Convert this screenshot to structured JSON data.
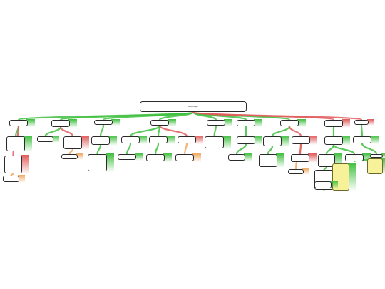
{
  "root": {
    "label": "Root topic"
  },
  "colors": {
    "green": "#3fbf3f",
    "red": "#e05a5a",
    "orange": "#f0a860"
  },
  "nodes": [
    {
      "id": "n1",
      "label": "",
      "color": "green"
    },
    {
      "id": "n2",
      "label": "",
      "color": "green"
    },
    {
      "id": "n3",
      "label": "",
      "color": "green"
    },
    {
      "id": "n4",
      "label": "",
      "color": "green"
    },
    {
      "id": "n5",
      "label": "",
      "color": "green"
    },
    {
      "id": "n6",
      "label": "",
      "color": "green"
    },
    {
      "id": "n7",
      "label": "",
      "color": "green"
    },
    {
      "id": "n8",
      "label": "",
      "color": "red"
    },
    {
      "id": "n9",
      "label": "",
      "color": "red"
    },
    {
      "id": "n10",
      "label": "",
      "color": "green"
    },
    {
      "id": "n11",
      "label": "",
      "color": "green"
    },
    {
      "id": "n12",
      "label": "",
      "color": "red"
    },
    {
      "id": "n13",
      "label": "",
      "color": "orange"
    },
    {
      "id": "n14",
      "label": "",
      "color": "red"
    },
    {
      "id": "n15",
      "label": "",
      "color": "orange"
    },
    {
      "id": "n16",
      "label": "",
      "color": "green"
    },
    {
      "id": "n17",
      "label": "",
      "color": "green"
    },
    {
      "id": "n18",
      "label": "",
      "color": "green"
    },
    {
      "id": "n19",
      "label": "",
      "color": "green"
    },
    {
      "id": "n20",
      "label": "",
      "color": "red"
    },
    {
      "id": "n21",
      "label": "",
      "color": "orange"
    },
    {
      "id": "n22",
      "label": "",
      "color": "green"
    },
    {
      "id": "n23",
      "label": "",
      "color": "green"
    },
    {
      "id": "n24",
      "label": "",
      "color": "green"
    },
    {
      "id": "n25",
      "label": "",
      "color": "green"
    },
    {
      "id": "n26",
      "label": "",
      "color": "green"
    },
    {
      "id": "n27",
      "label": "",
      "color": "green"
    },
    {
      "id": "n28",
      "label": "",
      "color": "green"
    },
    {
      "id": "n29",
      "label": "",
      "color": "red"
    },
    {
      "id": "n30",
      "label": "",
      "color": "orange"
    },
    {
      "id": "n31",
      "label": "",
      "color": "red"
    },
    {
      "id": "n32",
      "label": "",
      "color": "green"
    },
    {
      "id": "n33",
      "label": "",
      "color": "green"
    },
    {
      "id": "n34",
      "label": "",
      "color": "green"
    },
    {
      "id": "n35",
      "label": "",
      "color": "green"
    },
    {
      "id": "n36",
      "label": "",
      "color": "green"
    },
    {
      "id": "n37",
      "label": "",
      "color": "green"
    },
    {
      "id": "n38",
      "label": "",
      "color": "green"
    },
    {
      "id": "note1",
      "label": "",
      "color": "green",
      "note": true
    },
    {
      "id": "note2",
      "label": "",
      "color": "green",
      "note": true
    }
  ]
}
